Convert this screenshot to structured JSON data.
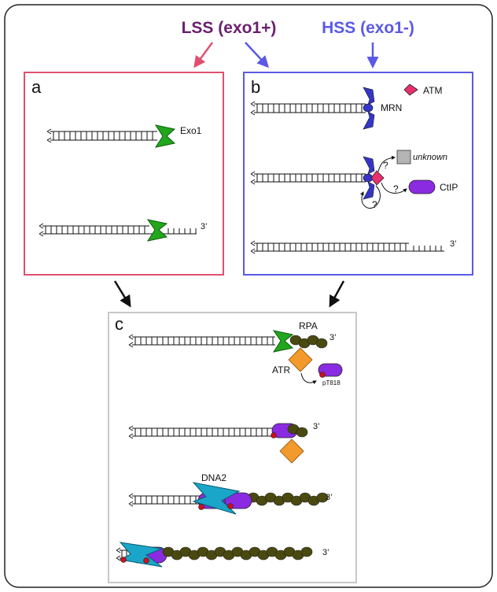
{
  "header": {
    "lss_label": "LSS (exo1+)",
    "hss_label": "HSS (exo1-)"
  },
  "panel_a": {
    "letter": "a",
    "exo1_label": "Exo1",
    "three_prime": "3’"
  },
  "panel_b": {
    "letter": "b",
    "atm_label": "ATM",
    "mrn_label": "MRN",
    "unknown_label": "unknown",
    "question_mark": "?",
    "ctip_label": "CtIP",
    "three_prime": "3’"
  },
  "panel_c": {
    "letter": "c",
    "rpa_label": "RPA",
    "atr_label": "ATR",
    "pt818_label": "pT818",
    "dna2_label": "DNA2",
    "three_prime": "3’"
  },
  "colors": {
    "lss": "#6b1f6e",
    "hss": "#5a5ae6",
    "panel_a_border": "#e0506e",
    "panel_b_border": "#5a5ae6",
    "panel_c_border": "#c8c8c8",
    "exo1": "#22a61d",
    "mrn": "#3535c8",
    "atm": "#e8306e",
    "ctip": "#8a2be2",
    "unknown": "#b4b4b4",
    "rpa": "#4a4a10",
    "atr": "#f39a2c",
    "dna2": "#1aa6c8",
    "phospho": "#cc1020"
  }
}
